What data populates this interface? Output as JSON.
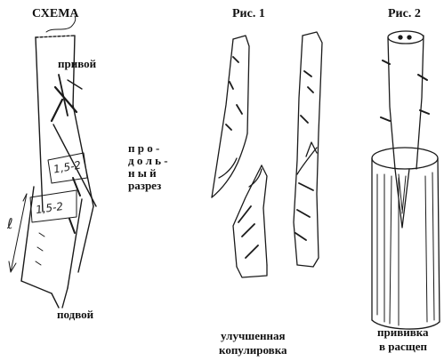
{
  "headers": {
    "scheme": "СХЕМА",
    "fig1": "Рис. 1",
    "fig2": "Рис. 2"
  },
  "scheme": {
    "scion_label": "привой",
    "rootstock_label": "подвой",
    "section_label_lines": [
      "п р о -",
      "д о л ь -",
      "н ы й",
      "разрез"
    ],
    "measure_upper": "1,5-2",
    "measure_lower": "1,5-2",
    "length_marker": "ℓ"
  },
  "captions": {
    "fig1": [
      "улучшенная",
      "копулировка"
    ],
    "fig2": [
      "прививка",
      "в расщеп"
    ]
  }
}
